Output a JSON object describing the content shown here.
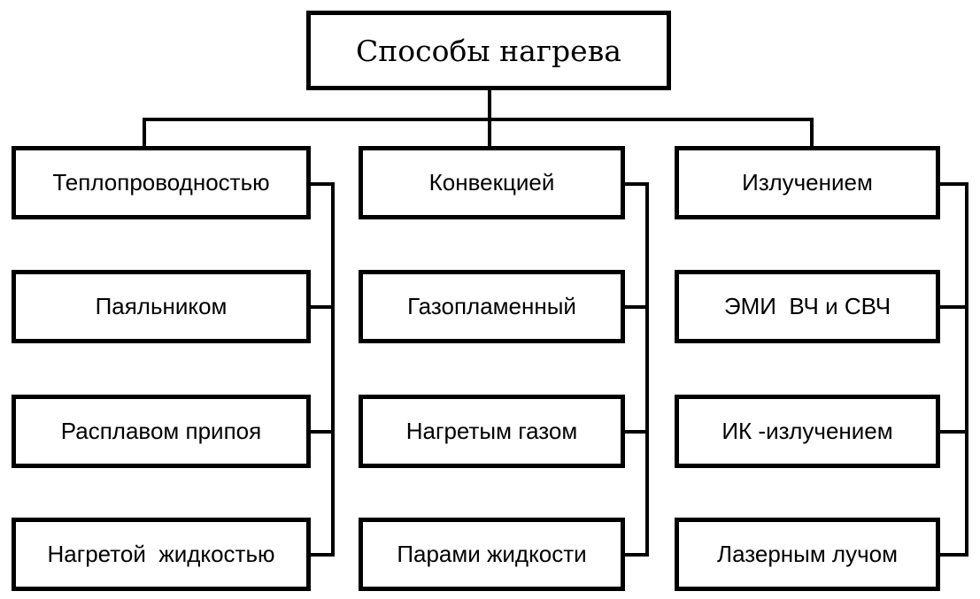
{
  "root": {
    "label": "Способы нагрева"
  },
  "categories": [
    {
      "label": "Теплопроводностью",
      "items": [
        "Паяльником",
        "Расплавом припоя",
        "Нагретой  жидкостью"
      ]
    },
    {
      "label": "Конвекцией",
      "items": [
        "Газопламенный",
        "Нагретым газом",
        "Парами жидкости"
      ]
    },
    {
      "label": "Излучением",
      "items": [
        "ЭМИ  ВЧ и СВЧ",
        "ИК -излучением",
        "Лазерным лучом"
      ]
    }
  ]
}
